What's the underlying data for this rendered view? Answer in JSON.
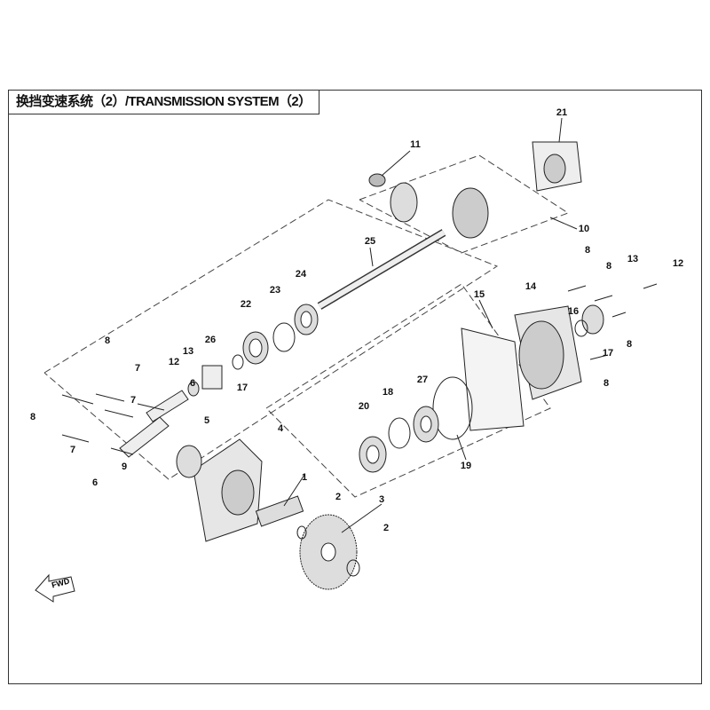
{
  "title": "换挡变速系统（2）/TRANSMISSION SYSTEM（2）",
  "fwd_label": "FWD",
  "callouts": [
    "21",
    "11",
    "10",
    "25",
    "8",
    "8",
    "13",
    "12",
    "24",
    "23",
    "14",
    "15",
    "22",
    "16",
    "8",
    "17",
    "8",
    "26",
    "13",
    "12",
    "17",
    "8",
    "7",
    "7",
    "8",
    "6",
    "5",
    "4",
    "7",
    "6",
    "9",
    "1",
    "2",
    "3",
    "2",
    "20",
    "18",
    "27",
    "19"
  ]
}
